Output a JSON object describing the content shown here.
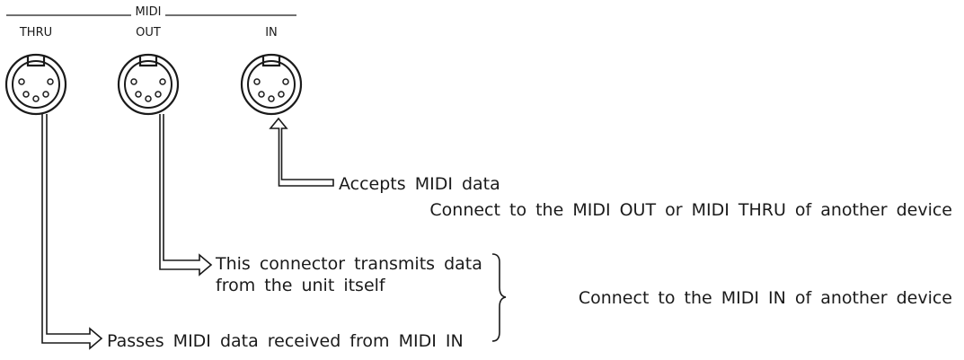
{
  "header": {
    "group_label": "MIDI",
    "thru_label": "THRU",
    "out_label": "OUT",
    "in_label": "IN"
  },
  "annotations": {
    "in_line1": "Accepts MIDI data",
    "in_line2": "Connect to the MIDI OUT or MIDI THRU of another device",
    "out_line1": "This connector transmits data",
    "out_line2": "from the unit itself",
    "thru_line1": "Passes MIDI data received from MIDI IN",
    "shared_note": "Connect to the MIDI IN of another device"
  },
  "colors": {
    "ink": "#1a1a1a",
    "background": "#ffffff"
  }
}
